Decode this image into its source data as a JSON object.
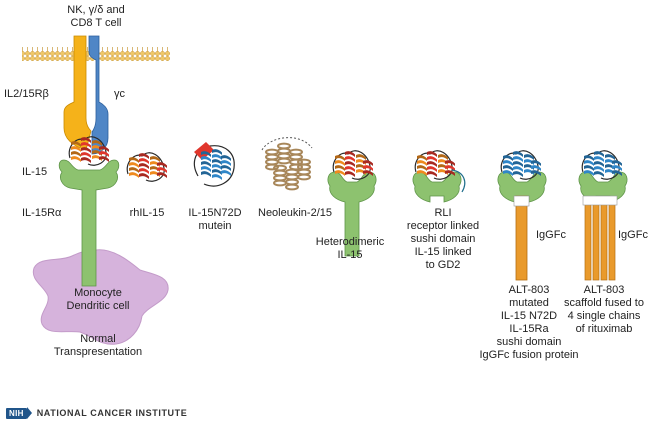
{
  "labels": {
    "cell_top": [
      "NK, γ/δ and",
      "CD8 T cell"
    ],
    "il2_15rb": "IL2/15Rβ",
    "gamma_c": "γc",
    "il15": "IL-15",
    "il15ra": "IL-15Rα",
    "monocyte": [
      "Monocyte",
      "Dendritic cell"
    ],
    "normal_trans": [
      "Normal",
      "Transpresentation"
    ],
    "rhil15": "rhIL-15",
    "n72d": [
      "IL-15N72D",
      "mutein"
    ],
    "neoleukin": "Neoleukin-2/15",
    "heterodimeric": [
      "Heterodimeric",
      "IL-15"
    ],
    "rli": [
      "RLI",
      "receptor linked",
      "sushi domain",
      "IL-15 linked",
      "to GD2"
    ],
    "igg_fc_1": "IgGFc",
    "igg_fc_2": "IgGFc",
    "alt803a": [
      "ALT-803",
      "mutated",
      "IL-15 N72D",
      "IL-15Ra",
      "sushi domain",
      "IgGFc fusion protein"
    ],
    "alt803b": [
      "ALT-803",
      "scaffold fused to",
      "4 single chains",
      "of rituximab"
    ]
  },
  "footer": {
    "logo_text": "NIH",
    "institute": "NATIONAL CANCER INSTITUTE"
  },
  "colors": {
    "membrane": "#f0c768",
    "membrane_stroke": "#c99a3a",
    "il2_15rb": "#f5b21a",
    "gamma_c": "#4f86c6",
    "receptor_green": "#8dc26f",
    "receptor_green_stroke": "#5e9448",
    "monocyte": "#d6b3dc",
    "helix_orange": "#ef8a1e",
    "helix_red": "#e0362c",
    "helix_blue": "#2f86c8",
    "neoleukin": "#a8875a",
    "fc_orange": "#e99a2c",
    "nih_blue": "#20558a"
  }
}
